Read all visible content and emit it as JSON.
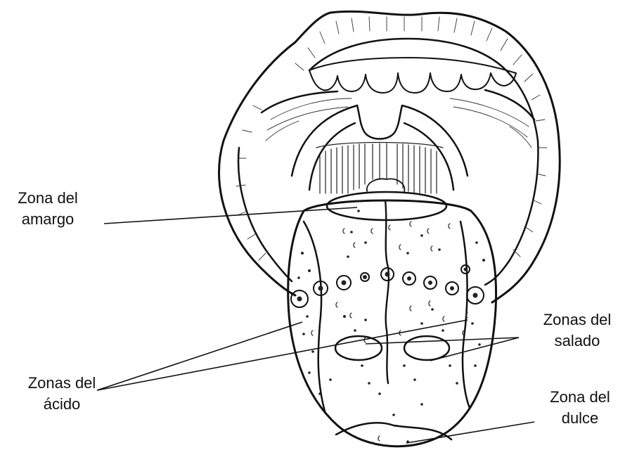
{
  "labels": {
    "amargo_1": "Zona del",
    "amargo_2": "amargo",
    "acido_1": "Zonas del",
    "acido_2": "ácido",
    "salado_1": "Zonas  del",
    "salado_2": "salado",
    "dulce_1": "Zona del",
    "dulce_2": "dulce"
  }
}
